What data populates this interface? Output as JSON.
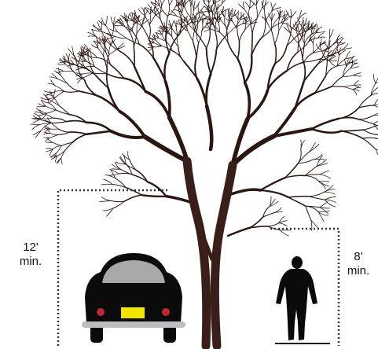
{
  "labels": {
    "car_clearance_value": "12'",
    "car_clearance_unit": "min.",
    "person_clearance_value": "8'",
    "person_clearance_unit": "min."
  },
  "colors": {
    "trunk": "#3a1f18",
    "branch": "#2b1712",
    "car_body": "#0b0b0b",
    "car_window": "#a9a9a9",
    "car_bumper": "#bdbdbd",
    "tail_light": "#c0272d",
    "license_plate": "#f2e600",
    "person": "#0a0a0a",
    "dotted_line": "#333333"
  },
  "icons": [
    "tree-illustration",
    "car-icon",
    "pedestrian-icon"
  ]
}
